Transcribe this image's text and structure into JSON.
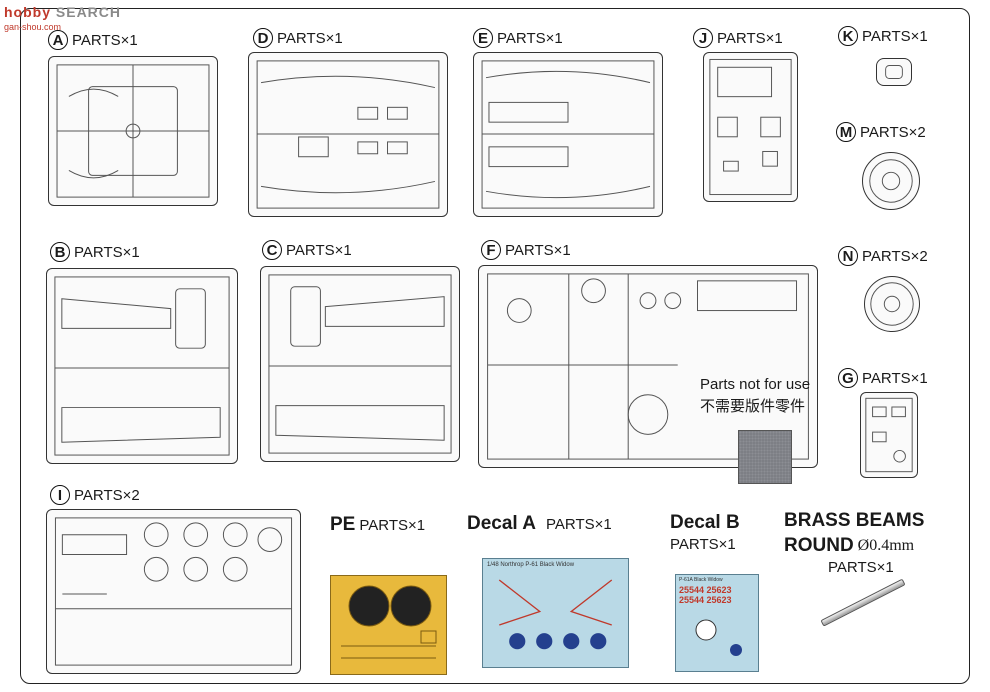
{
  "watermark": {
    "main": "hobby",
    "accent": "SEARCH",
    "sub": "gan-shou.com"
  },
  "sprues": {
    "A": {
      "letter": "A",
      "count": "PARTS×1"
    },
    "D": {
      "letter": "D",
      "count": "PARTS×1"
    },
    "E": {
      "letter": "E",
      "count": "PARTS×1"
    },
    "J": {
      "letter": "J",
      "count": "PARTS×1"
    },
    "K": {
      "letter": "K",
      "count": "PARTS×1"
    },
    "M": {
      "letter": "M",
      "count": "PARTS×2"
    },
    "B": {
      "letter": "B",
      "count": "PARTS×1"
    },
    "C": {
      "letter": "C",
      "count": "PARTS×1"
    },
    "F": {
      "letter": "F",
      "count": "PARTS×1"
    },
    "N": {
      "letter": "N",
      "count": "PARTS×2"
    },
    "G": {
      "letter": "G",
      "count": "PARTS×1"
    },
    "I": {
      "letter": "I",
      "count": "PARTS×2"
    }
  },
  "not_for_use": {
    "line1": "Parts not for use",
    "line2": "不需要版件零件"
  },
  "pe": {
    "title": "PE",
    "count": "PARTS×1"
  },
  "decal_a": {
    "title": "Decal A",
    "count": "PARTS×1",
    "sheet_title": "1/48 Northrop P-61 Black Widow"
  },
  "decal_b": {
    "title": "Decal B",
    "count": "PARTS×1",
    "sheet_title": "P-61A Black Widow",
    "serial_1": "25544 25623",
    "serial_2": "25544 25623"
  },
  "brass": {
    "title_1": "BRASS BEAMS",
    "title_2": "ROUND",
    "size": "Ø0.4mm",
    "count": "PARTS×1"
  }
}
